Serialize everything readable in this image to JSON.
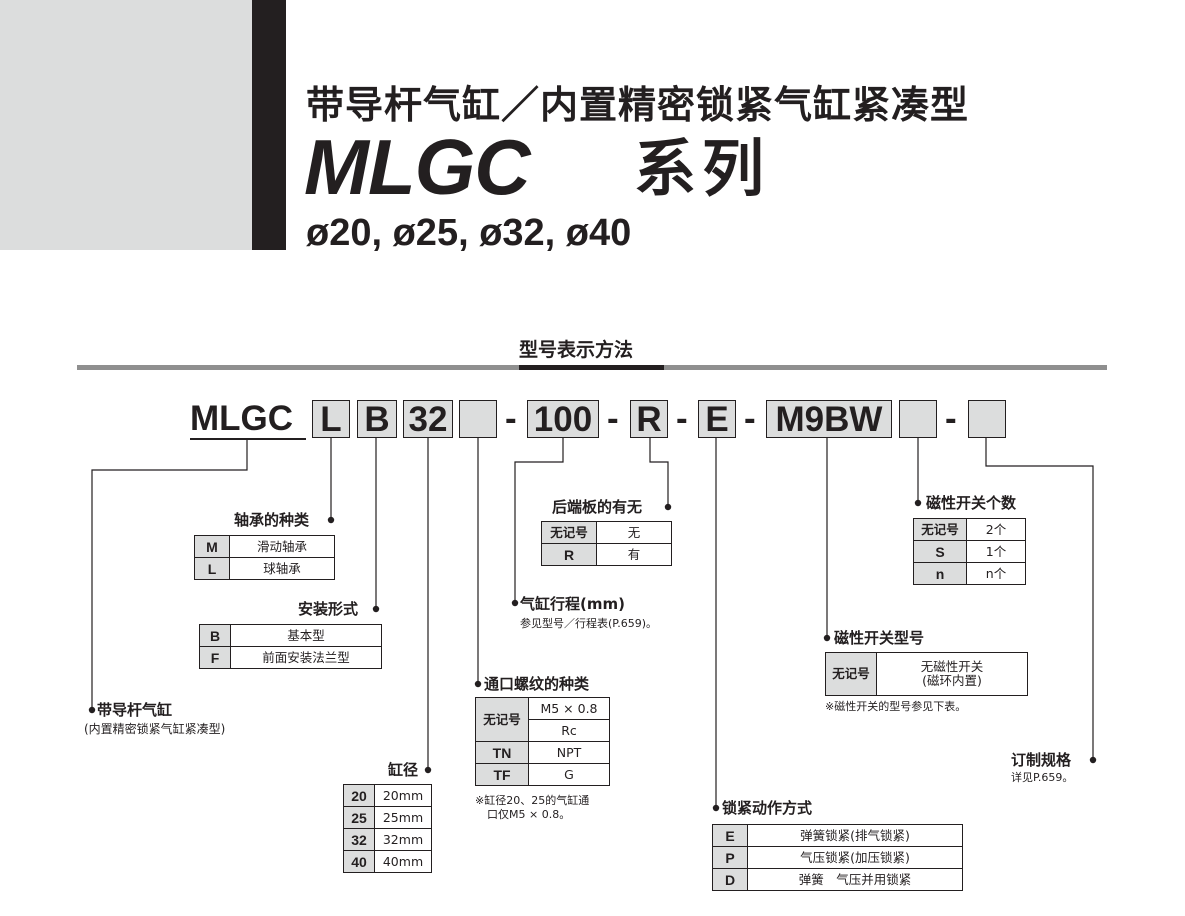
{
  "header": {
    "title_cn": "带导杆气缸／内置精密锁紧气缸紧凑型",
    "series": "MLGC",
    "series_suffix": "系列",
    "sizes": "ø20, ø25, ø32, ø40"
  },
  "section_heading": "型号表示方法",
  "model_code": {
    "prefix": "MLGC",
    "bearing": "L",
    "mounting": "B",
    "bore": "32",
    "port": "",
    "stroke": "100",
    "rear_plate": "R",
    "lock": "E",
    "switch": "M9BW",
    "switch_count": "",
    "dash": "-",
    "custom": ""
  },
  "guide_rod": {
    "label": "带导杆气缸",
    "note": "(内置精密锁紧气缸紧凑型)"
  },
  "bearing_type": {
    "label": "轴承的种类",
    "rows": [
      {
        "key": "M",
        "value": "滑动轴承"
      },
      {
        "key": "L",
        "value": "球轴承"
      }
    ]
  },
  "mounting_type": {
    "label": "安装形式",
    "rows": [
      {
        "key": "B",
        "value": "基本型"
      },
      {
        "key": "F",
        "value": "前面安装法兰型"
      }
    ]
  },
  "bore_size": {
    "label": "缸径",
    "rows": [
      {
        "key": "20",
        "value": "20mm"
      },
      {
        "key": "25",
        "value": "25mm"
      },
      {
        "key": "32",
        "value": "32mm"
      },
      {
        "key": "40",
        "value": "40mm"
      }
    ]
  },
  "port_thread": {
    "label": "通口螺纹的种类",
    "rows": [
      {
        "key": "无记号",
        "value": "M5 × 0.8"
      },
      {
        "key": "",
        "value": "Rc"
      },
      {
        "key": "TN",
        "value": "NPT"
      },
      {
        "key": "TF",
        "value": "G"
      }
    ],
    "note_line1": "※缸径20、25的气缸通",
    "note_line2": "口仅M5 × 0.8。"
  },
  "stroke": {
    "label": "气缸行程(mm)",
    "note": "参见型号／行程表(P.659)。"
  },
  "rear_plate": {
    "label": "后端板的有无",
    "rows": [
      {
        "key": "无记号",
        "value": "无"
      },
      {
        "key": "R",
        "value": "有"
      }
    ]
  },
  "lock_action": {
    "label": "锁紧动作方式",
    "rows": [
      {
        "key": "E",
        "value": "弹簧锁紧(排气锁紧)"
      },
      {
        "key": "P",
        "value": "气压锁紧(加压锁紧)"
      },
      {
        "key": "D",
        "value": "弹簧　气压并用锁紧"
      }
    ]
  },
  "switch_type": {
    "label": "磁性开关型号",
    "key": "无记号",
    "value_line1": "无磁性开关",
    "value_line2": "(磁环内置)",
    "note": "※磁性开关的型号参见下表。"
  },
  "switch_count": {
    "label": "磁性开关个数",
    "rows": [
      {
        "key": "无记号",
        "value": "2个"
      },
      {
        "key": "S",
        "value": "1个"
      },
      {
        "key": "n",
        "value": "n个"
      }
    ]
  },
  "custom_spec": {
    "label": "订制规格",
    "note": "详见P.659。"
  }
}
